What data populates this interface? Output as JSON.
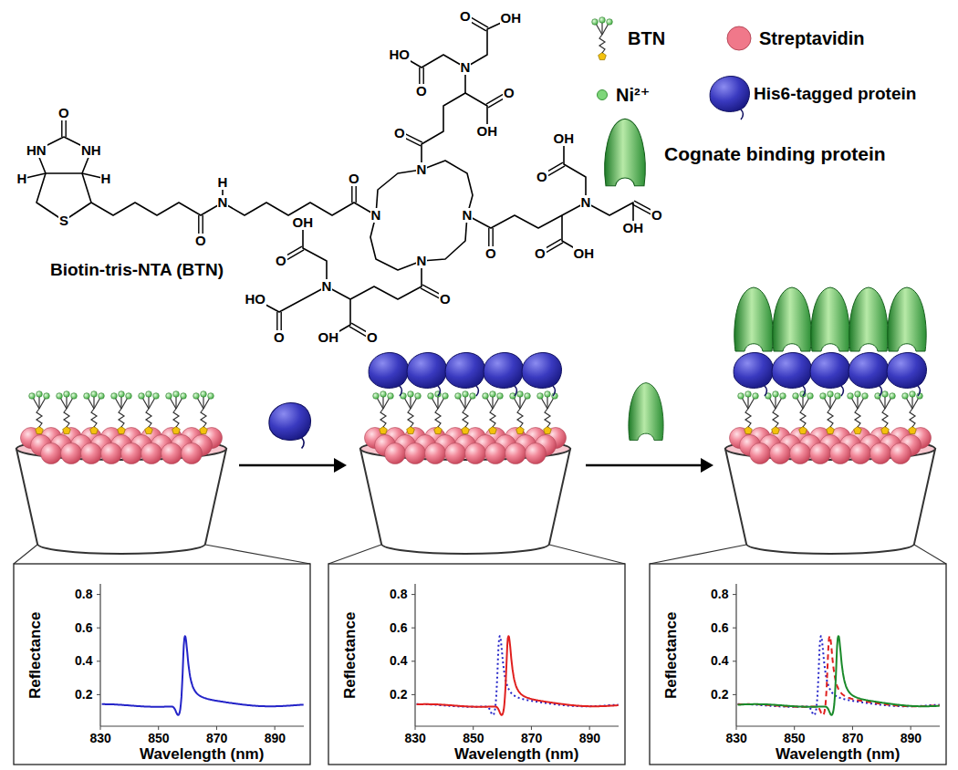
{
  "diagram": {
    "labels": [
      "O",
      "HN",
      "NH",
      "H",
      "H",
      "S",
      "O",
      "H",
      "N",
      "O",
      "N",
      "N",
      "N",
      "N",
      "O",
      "N",
      "O",
      "OH",
      "O",
      "HO",
      "O",
      "OH",
      "O",
      "O",
      "OH",
      "N",
      "O",
      "OH",
      "O",
      "OH",
      "O",
      "OH",
      "O",
      "N",
      "O",
      "OH",
      "O",
      "HO",
      "Biotin-tris-NTA (BTN)",
      "Reflectance",
      "Wavelength (nm)",
      "0.8",
      "0.6",
      "0.4",
      "0.2",
      "830",
      "850",
      "870",
      "890",
      "Reflectance",
      "Wavelength (nm)",
      "0.8",
      "0.6",
      "0.4",
      "0.2",
      "830",
      "850",
      "870",
      "890",
      "Reflectance",
      "Wavelength (nm)",
      "0.8",
      "0.6",
      "0.4",
      "0.2",
      "830",
      "850",
      "870",
      "890"
    ],
    "legend": [
      {
        "text": "BTN"
      },
      {
        "text": "Streptavidin",
        "color": "#f0788a"
      },
      {
        "text": "Ni²⁺",
        "color": "#7ed67a"
      },
      {
        "text": "His6-tagged protein"
      },
      {
        "text": "Cognate binding protein"
      }
    ]
  }
}
